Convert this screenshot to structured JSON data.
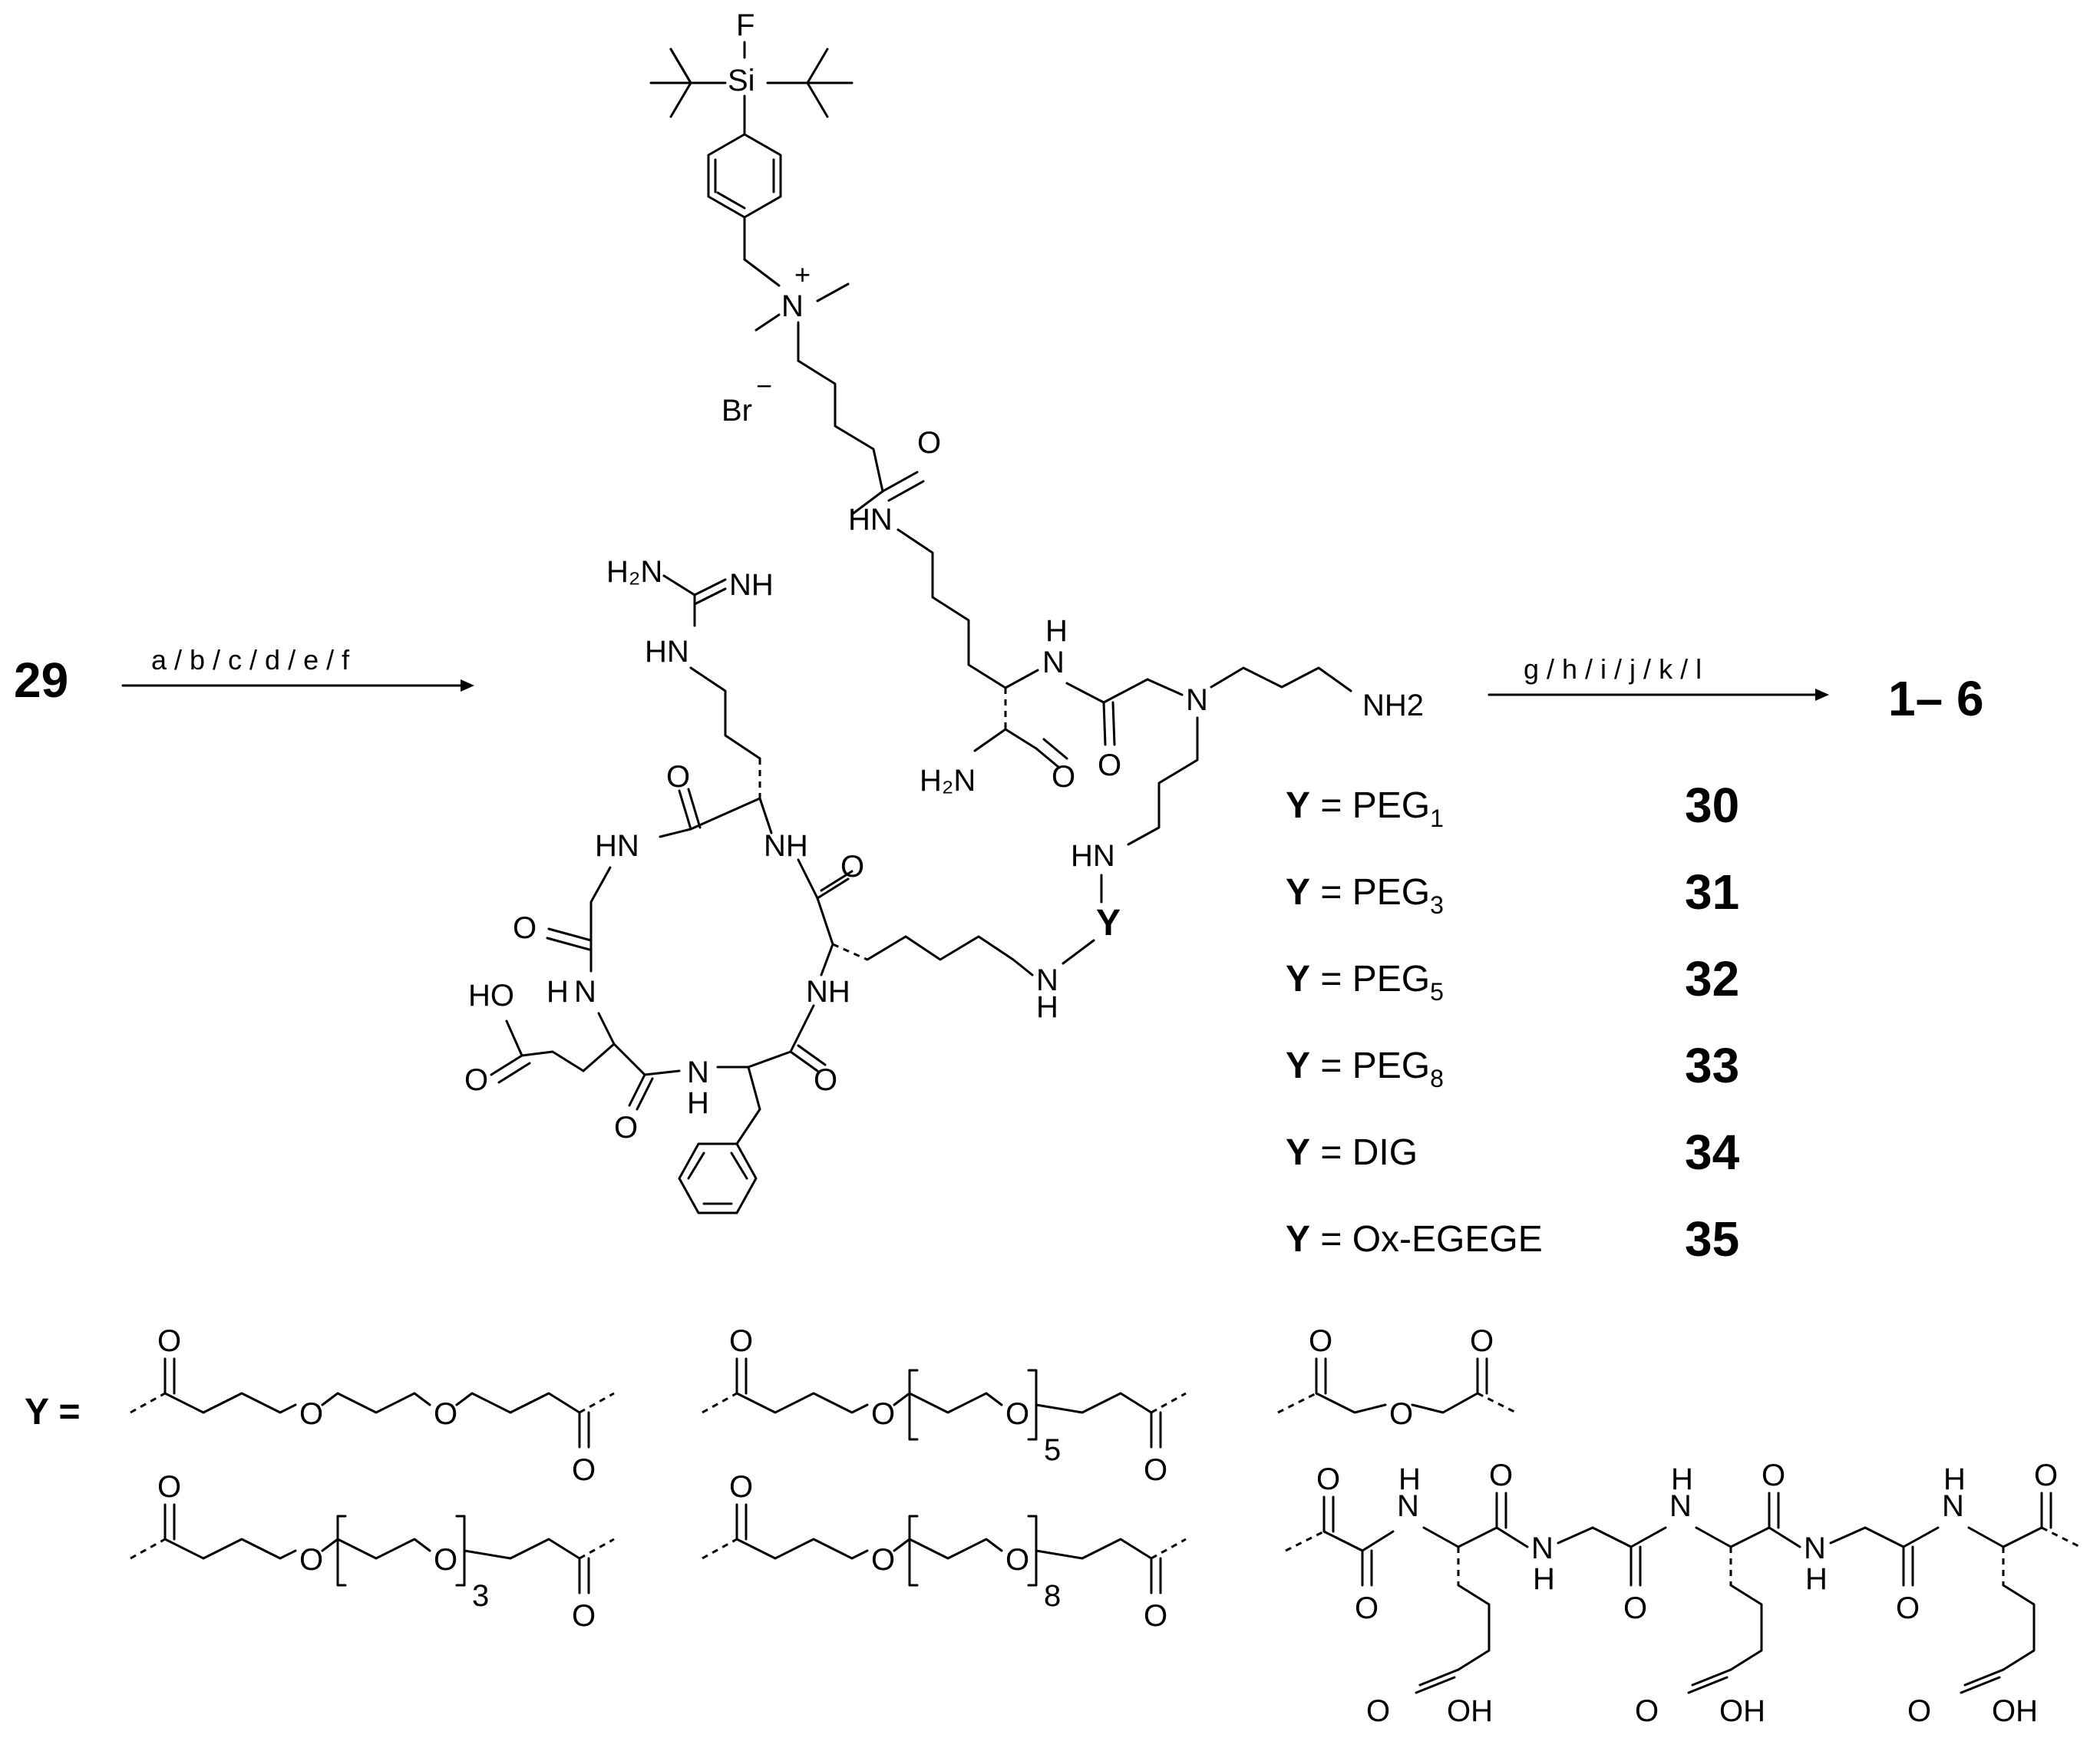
{
  "reaction": {
    "start_compound": "29",
    "step1_reagents": "a / b / c / d / e / f",
    "step2_reagents": "g / h / i / j / k / l",
    "products": "1– 6"
  },
  "labels": {
    "Y_marker": "Y",
    "NH2_terminal": "NH2",
    "bromide": "Br",
    "y_equals": "Y ="
  },
  "variants": [
    {
      "y_bold": "Y",
      "eq": " = ",
      "name": "PEG",
      "sub": "1",
      "compound": "30"
    },
    {
      "y_bold": "Y",
      "eq": " = ",
      "name": "PEG",
      "sub": "3",
      "compound": "31"
    },
    {
      "y_bold": "Y",
      "eq": " = ",
      "name": "PEG",
      "sub": "5",
      "compound": "32"
    },
    {
      "y_bold": "Y",
      "eq": " = ",
      "name": "PEG",
      "sub": "8",
      "compound": "33"
    },
    {
      "y_bold": "Y",
      "eq": " = ",
      "name": "DIG",
      "sub": "",
      "compound": "34"
    },
    {
      "y_bold": "Y",
      "eq": " = ",
      "name": "Ox-EGEGE",
      "sub": "",
      "compound": "35"
    }
  ],
  "repeat_counts": [
    "3",
    "5",
    "8"
  ]
}
